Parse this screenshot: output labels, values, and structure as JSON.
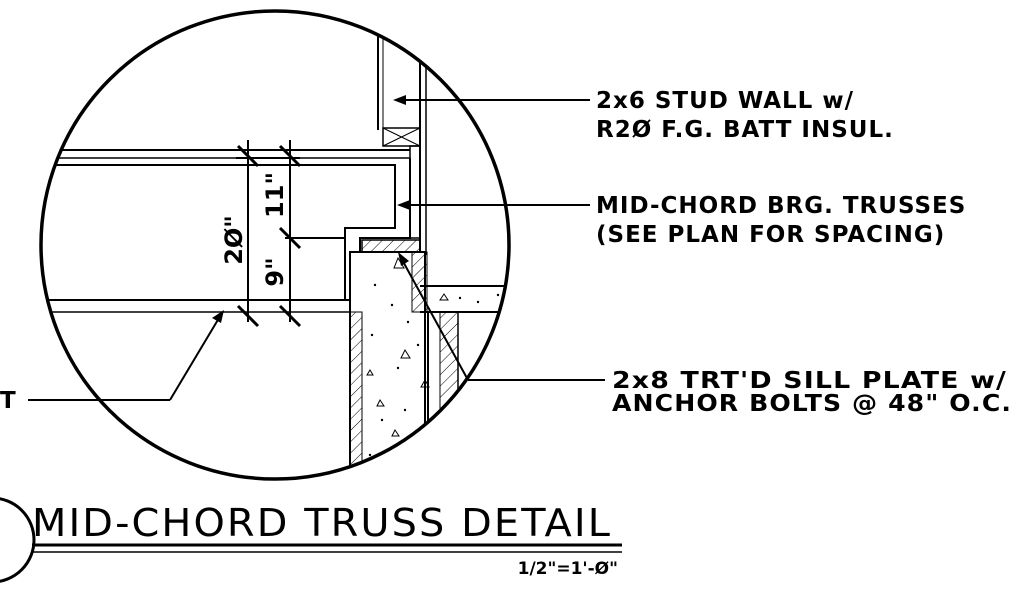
{
  "callouts": {
    "stud_wall_line1": "2x6 STUD WALL w/",
    "stud_wall_line2": "R2Ø F.G. BATT INSUL.",
    "trusses_line1": "MID-CHORD BRG. TRUSSES",
    "trusses_line2": "(SEE PLAN FOR SPACING)",
    "sill_line1": "2x8 TRT'D SILL PLATE w/",
    "sill_line2": "ANCHOR BOLTS @ 48\" O.C.",
    "left_partial": "T"
  },
  "dimensions": {
    "overall": "2Ø\"",
    "upper": "11\"",
    "lower": "9\""
  },
  "title_block": {
    "title": "MID-CHORD TRUSS DETAIL",
    "scale": "1/2\"=1'-Ø\""
  }
}
